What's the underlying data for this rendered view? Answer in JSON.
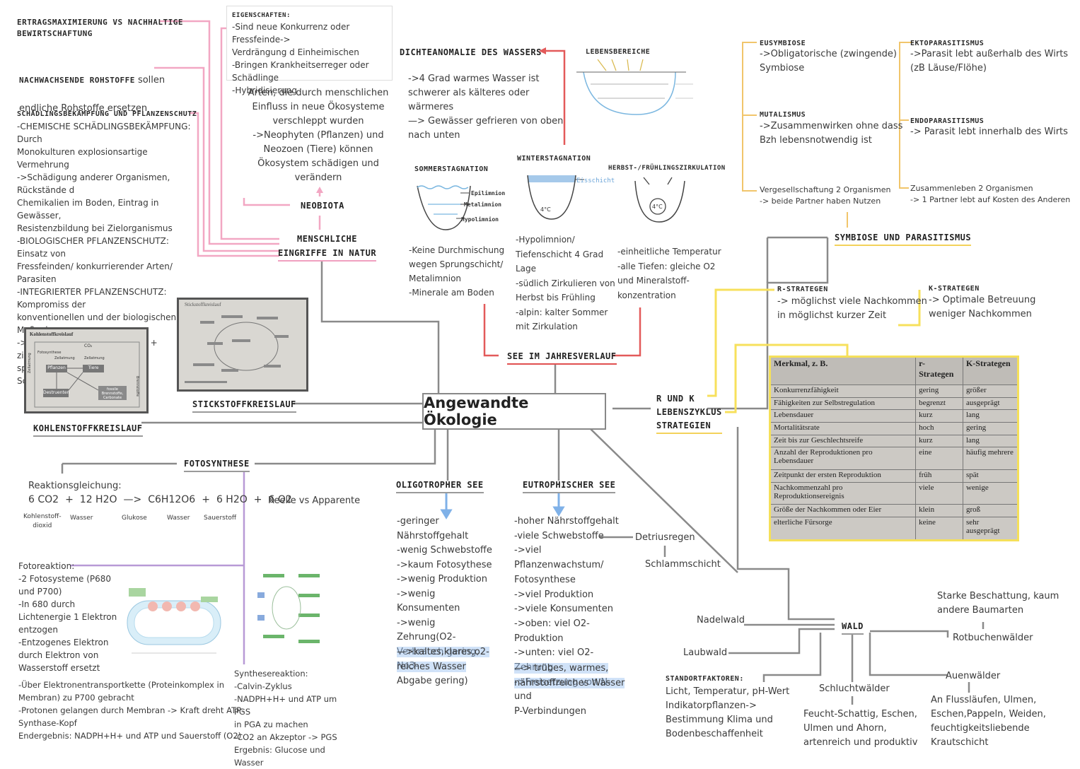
{
  "center_title": "Angewandte Ökologie",
  "left_top": {
    "ertrag": "ERTRAGSMAXIMIERUNG VS NACHHALTIGE\nBEWIRTSCHAFTUNG",
    "nachwachsend_head": "NACHWACHSENDE ROHSTOFFE",
    "nachwachsend_rest": " sollen",
    "nachwachsend_2": "endliche Rohstoffe ersetzen",
    "schaedling_head": "SCHÄDLINGSBEKÄMPFUNG UND PFLANZENSCHUTZ",
    "schaedling_text": "-CHEMISCHE SCHÄDLINGSBEKÄMPFUNG: Durch\nMonokulturen explosionsartige Vermehrung\n->Schädigung anderer Organismen, Rückstände d\nChemikalien im Boden, Eintrag in Gewässer,\nResistenzbildung bei Zielorganismus\n-BIOLOGISCHER PFLANZENSCHUTZ: Einsatz von\nFressfeinden/ konkurrierender Arten/ Parasiten\n-INTEGRIERTER PFLANZENSCHUTZ: Kompromiss der\nkonventionellen und der biologischen Maßnahmen\n-> biologischer Pflanzenschutz + zielgerichteter,\nsparsamer Einsatz chemischer\nSchädlingsbekämpfung"
  },
  "eigenschaften": {
    "head": "EIGENSCHAFTEN:",
    "text": "-Sind neue Konkurrenz oder Fressfeinde->\nVerdrängung d Einheimischen\n-Bringen Krankheitserreger oder Schädlinge\n-Hybridisierung"
  },
  "neobiota": {
    "text": "Arten, die durch menschlichen\nEinfluss in neue Ökosysteme\nverschleppt wurden\n->Neophyten (Pflanzen) und\nNeozoen (Tiere) können\nÖkosystem schädigen und\nverändern",
    "label": "NEOBIOTA"
  },
  "menschliche": "MENSCHLICHE\nEINGRIFFE IN NATUR",
  "dichte": {
    "head": "DICHTEANOMALIE DES WASSERS",
    "text": "->4 Grad warmes Wasser ist\nschwerer als kälteres oder wärmeres\n—> Gewässer gefrieren von oben\nnach unten"
  },
  "lebensbereiche": "LEBENSBEREICHE",
  "sommer": {
    "head": "SOMMERSTAGNATION",
    "labels": [
      "Epilimnion",
      "Metalimnion",
      "Hypolimnion"
    ],
    "text": "-Keine Durchmischung\nwegen Sprungschicht/\nMetalimnion\n-Minerale am Boden"
  },
  "winter": {
    "head": "WINTERSTAGNATION",
    "label": "Eisschicht",
    "temp": "4°C",
    "text": "-Hypolimnion/\nTiefenschicht 4 Grad\nLage\n-südlich Zirkulieren von\nHerbst bis Frühling\n-alpin: kalter Sommer\nmit Zirkulation"
  },
  "herbst": {
    "head": "HERBST-/FRÜHLINGSZIRKULATION",
    "temp": "4°C",
    "text": "-einheitliche Temperatur\n-alle Tiefen: gleiche O2\nund Mineralstoff-\nkonzentration"
  },
  "see_jahr": "SEE IM JAHRESVERLAUF",
  "symbiose": {
    "eu_head": "EUSYMBIOSE",
    "eu_text": "->Obligatorische (zwingende)\nSymbiose",
    "mut_head": "MUTALISMUS",
    "mut_text": "->Zusammenwirken ohne dass\nBzh lebensnotwendig ist",
    "verges": "Vergesellschaftung 2 Organismen\n-> beide Partner haben Nutzen",
    "ekto_head": "EKTOPARASITISMUS",
    "ekto_text": "->Parasit lebt außerhalb des Wirts\n(zB Läuse/Flöhe)",
    "endo_head": "ENDOPARASITISMUS",
    "endo_text": "-> Parasit lebt innerhalb des Wirts",
    "zusammen": "Zusammenleben 2 Organismen\n-> 1 Partner lebt auf Kosten des Anderen",
    "label": "SYMBIOSE UND PARASITISMUS"
  },
  "rk": {
    "r_head": "R-STRATEGEN",
    "r_text": "-> möglichst viele Nachkommen\nin möglichst kurzer Zeit",
    "k_head": "K-STRATEGEN",
    "k_text": "-> Optimale Betreuung\nweniger Nachkommen",
    "label": "R UND K\nLEBENSZYKLUS\nSTRATEGIEN"
  },
  "table": {
    "headers": [
      "Merkmal, z. B.",
      "r-Strategen",
      "K-Strategen"
    ],
    "rows": [
      [
        "Konkurrenzfähigkeit",
        "gering",
        "größer"
      ],
      [
        "Fähigkeiten zur Selbstregulation",
        "begrenzt",
        "ausgeprägt"
      ],
      [
        "Lebensdauer",
        "kurz",
        "lang"
      ],
      [
        "Mortalitätsrate",
        "hoch",
        "gering"
      ],
      [
        "Zeit bis zur Geschlechtsreife",
        "kurz",
        "lang"
      ],
      [
        "Anzahl der Reproduktionen pro Lebensdauer",
        "eine",
        "häufig mehrere"
      ],
      [
        "Zeitpunkt der ersten Reproduktion",
        "früh",
        "spät"
      ],
      [
        "Nachkommenzahl pro Reproduktionsereignis",
        "viele",
        "wenige"
      ],
      [
        "Größe der Nachkommen oder Eier",
        "klein",
        "groß"
      ],
      [
        "elterliche Fürsorge",
        "keine",
        "sehr ausgeprägt"
      ]
    ]
  },
  "stick": "STICKSTOFFKREISLAUF",
  "kohlen": "KOHLENSTOFFKREISLAUF",
  "kohlen_photo": {
    "title": "Kohlenstoffkreislauf",
    "boxes": [
      "Pflanzen",
      "Tiere",
      "Destruenten",
      "fossile Brennstoffe, Carbonate"
    ],
    "labels": [
      "CO₂",
      "Fotosynthese",
      "Zellatmung",
      "Zellatmung",
      "Zellatmung",
      "Brennstoffe"
    ]
  },
  "stick_photo": {
    "title": "Stickstoffkreislauf"
  },
  "foto": {
    "label": "FOTOSYNTHESE",
    "reak_head": "Reaktionsgleichung:",
    "eq": [
      "6 CO2",
      "+",
      "12 H2O",
      "—>",
      "C6H12O6",
      "+",
      "6 H2O",
      "+",
      "6 O2"
    ],
    "eq_labels": [
      "Kohlenstoff-\ndioxid",
      "Wasser",
      "Glukose",
      "Wasser",
      "Sauerstoff"
    ],
    "reelle": "Reelle vs Apparente",
    "fotoreak": "Fotoreaktion:\n-2 Fotosysteme (P680\nund P700)\n-In 680 durch\nLichtenergie 1 Elektron\nentzogen\n-Entzogenes Elektron\ndurch Elektron von\nWasserstoff ersetzt",
    "fotoreak2": "-Über Elektronentransportkette (Proteinkomplex in\nMembran) zu P700 gebracht\n-Protonen gelangen durch Membran -> Kraft dreht ATP-\nSynthase-Kopf\nEndergebnis: NADPH+H+ und ATP und Sauerstoff (O2)",
    "synthese": "Synthesereaktion:\n-Calvin-Zyklus\n-NADPH+H+ und ATP um PGS\nin PGA zu machen\n-CO2 an Akzeptor -> PGS\nErgebnis: Glucose und Wasser"
  },
  "oligo": {
    "head": "OLIGOTROPHER SEE",
    "text": "-geringer\nNährstoffgehalt\n-wenig Schwebstoffe\n->kaum Fotosythese\n->wenig Produktion\n->wenig Konsumenten\n->wenig Zehrung(O2-\nVerbrauch gering, No3-\nAbgabe gering)",
    "hl": "—>kaltes,klares,o2-\nreiches Wasser"
  },
  "eutro": {
    "head": "EUTROPHISCHER SEE",
    "text": "-hoher Nährstoffgehalt\n-viele Schwebstoffe\n->viel Pflanzenwachstum/\nFotosynthese\n->viel Produktion\n->viele Konsumenten\n->oben: viel O2-Produktion\n->unten: viel O2-Zehrung\n->Freisetzung von N- und\nP-Verbindungen",
    "hl": "—> trübes, warmes,\nnährstoffreiches Wasser",
    "detri": "Detriusregen",
    "schlamm": "Schlammschicht"
  },
  "wald": {
    "label": "WALD",
    "nadel": "Nadelwald",
    "laub": "Laubwald",
    "stand_head": "STANDORTFAKTOREN:",
    "stand_text": "Licht, Temperatur, pH-Wert\nIndikatorpflanzen->\nBestimmung Klima und\nBodenbeschaffenheit",
    "schlucht": "Schluchtwälder",
    "schlucht_text": "Feucht-Schattig, Eschen,\nUlmen und Ahorn,\nartenreich und produktiv",
    "starke": "Starke Beschattung, kaum\nandere Baumarten",
    "rotbuche": "Rotbuchenwälder",
    "auen": "Auenwälder",
    "auen_text": "An Flussläufen, Ulmen,\nEschen,Pappeln, Weiden,\nfeuchtigkeitsliebende\nKrautschicht"
  }
}
